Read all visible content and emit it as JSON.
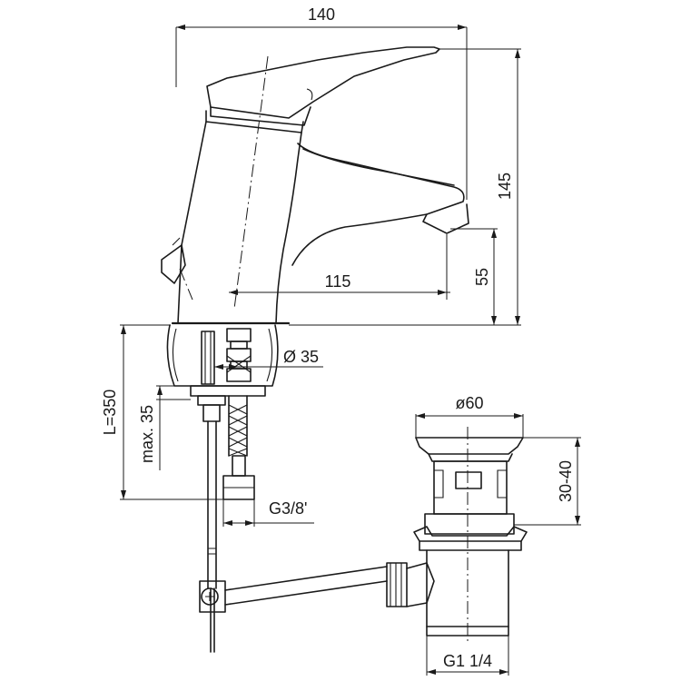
{
  "dimensions": {
    "width_total": "140",
    "height_total": "145",
    "spout_reach": "115",
    "spout_height": "55",
    "shank_diameter": "Ø 35",
    "hose_length": "L=350",
    "max_thickness": "max. 35",
    "hose_thread": "G3/8'",
    "drain_diameter": "ø60",
    "drain_lift": "30-40",
    "drain_thread": "G1 1/4"
  }
}
